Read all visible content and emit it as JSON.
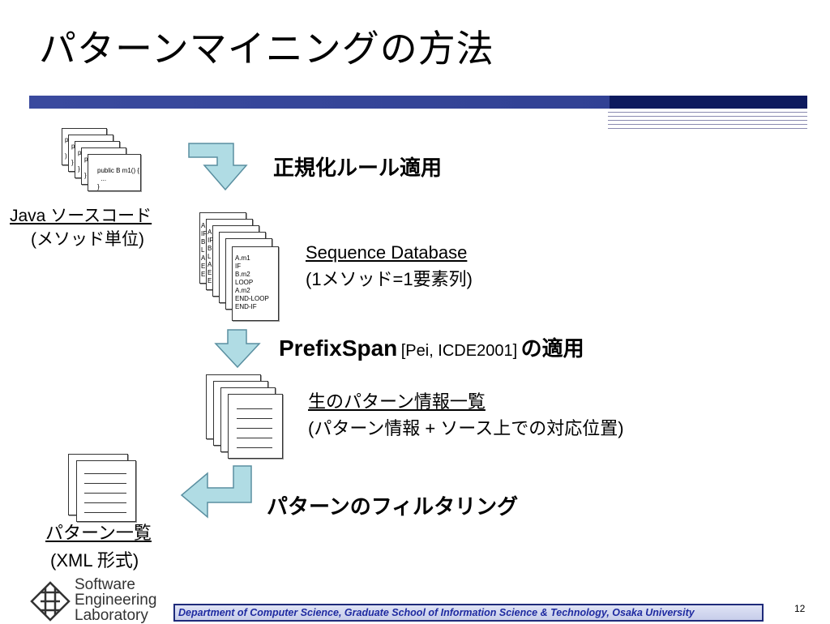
{
  "slide": {
    "title": "パターンマイニングの方法",
    "page_number": "12"
  },
  "source_code_doc": {
    "front_lines": [
      "public B m1() {",
      "  ...",
      "}"
    ],
    "peek_letters": [
      "p",
      "p",
      "p",
      "p",
      "p",
      ")",
      "}",
      "}",
      "}"
    ],
    "label_line1": "Java ソースコード",
    "label_line2": "(メソッド単位)"
  },
  "step1": {
    "label": "正規化ルール適用"
  },
  "sequence_doc": {
    "front_lines": [
      "A.m1",
      "IF",
      "B.m2",
      "LOOP",
      "A.m2",
      "END-LOOP",
      "END-IF"
    ],
    "peek_letters": [
      "A",
      "IF",
      "B",
      "L",
      "A",
      "E",
      "E"
    ],
    "label_line1": "Sequence Database",
    "label_line2": "(1メソッド=1要素列)"
  },
  "step2": {
    "algo": "PrefixSpan",
    "ref": "[Pei, ICDE2001]",
    "suffix": "の適用"
  },
  "raw_patterns": {
    "label_line1": "生のパターン情報一覧",
    "label_line2": "(パターン情報 + ソース上での対応位置)"
  },
  "step3": {
    "label": "パターンのフィルタリング"
  },
  "pattern_list": {
    "label_line1": "パターン一覧",
    "label_line2": "(XML 形式)"
  },
  "footer": {
    "logo_line1": "Software",
    "logo_line2": "Engineering",
    "logo_line3": "Laboratory",
    "department": "Department of Computer Science, Graduate School of Information Science & Technology, Osaka University"
  },
  "colors": {
    "title_bar": "#3a4a9e",
    "title_bar_dark": "#0d1a5e",
    "arrow_fill": "#b0dce4",
    "arrow_stroke": "#5a8fa0",
    "footer_text": "#1e2aa0"
  }
}
